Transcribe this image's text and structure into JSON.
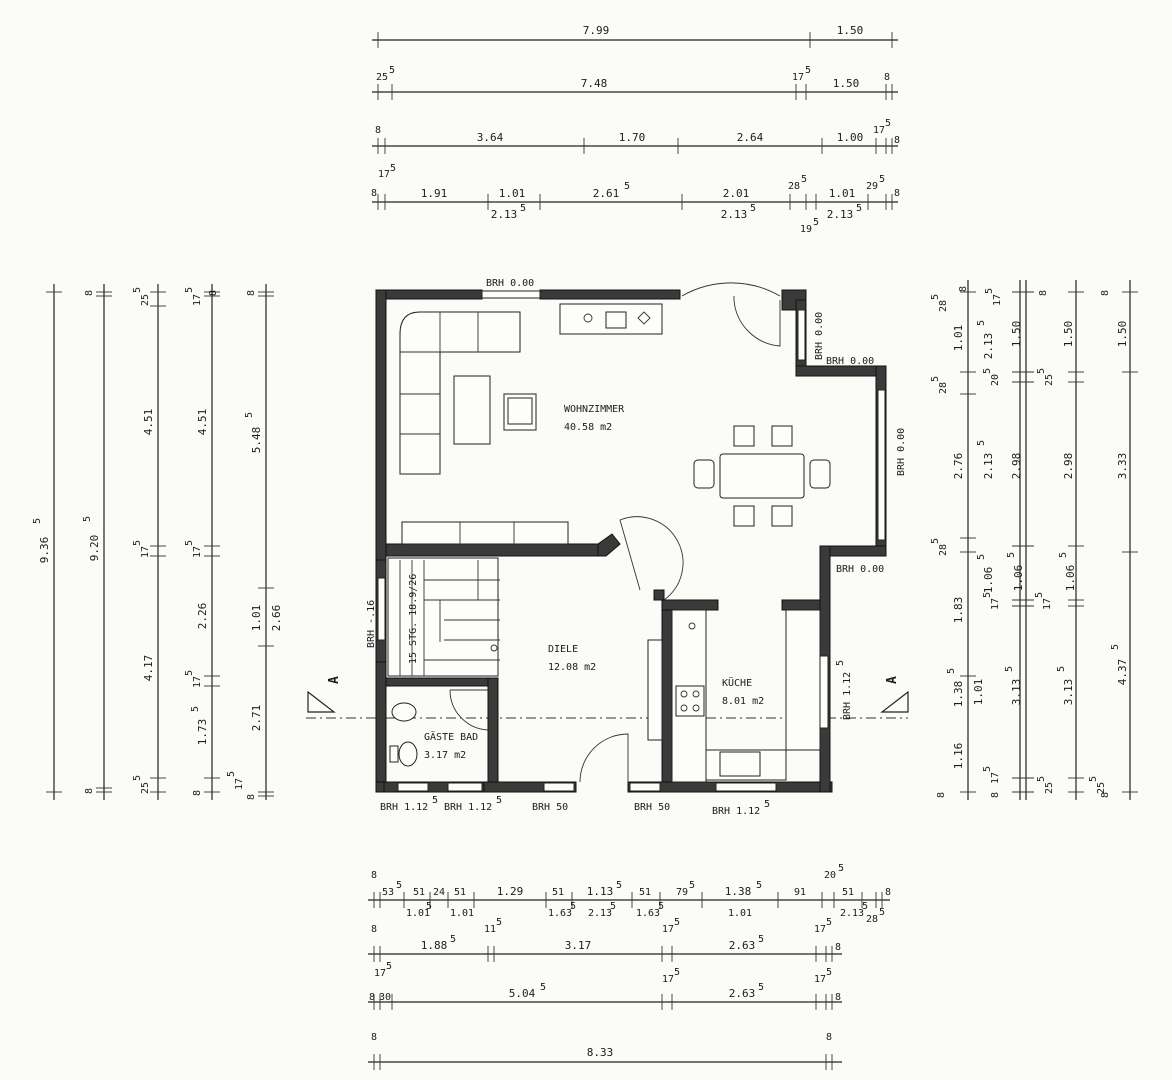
{
  "top_dimensions": {
    "row1": [
      "7.99",
      "1.50"
    ],
    "row2": [
      "25",
      "5",
      "7.48",
      "17",
      "5",
      "1.50",
      "8"
    ],
    "row3": [
      "8",
      "3.64",
      "1.70",
      "2.64",
      "1.00",
      "17",
      "5",
      "8",
      "17",
      "5"
    ],
    "row4_upper": [
      "8",
      "1.91",
      "1.01",
      "2.61",
      "5",
      "2.01",
      "28",
      "5",
      "1.01",
      "29",
      "5",
      "8"
    ],
    "row4_lower": [
      "2.13",
      "5",
      "2.13",
      "5",
      "19",
      "5",
      "2.13",
      "5"
    ]
  },
  "left_dimensions": {
    "col1": [
      "9.36",
      "5"
    ],
    "col2": [
      "8",
      "9.20",
      "5",
      "8"
    ],
    "col3": [
      "25",
      "5",
      "4.51",
      "17",
      "5",
      "4.17",
      "25",
      "5"
    ],
    "col4": [
      "17",
      "5",
      "8",
      "4.51",
      "17",
      "5",
      "2.26",
      "17",
      "5",
      "1.73",
      "5",
      "8",
      "17",
      "5"
    ],
    "col5": [
      "8",
      "5.48",
      "5",
      "1.01",
      "2.66",
      "2.71",
      "8"
    ]
  },
  "right_dimensions": {
    "col1": [
      "28",
      "5",
      "1.01",
      "28",
      "5",
      "2.76",
      "28",
      "5",
      "1.83",
      "1.38",
      "5",
      "1.16",
      "8"
    ],
    "col2": [
      "8",
      "2.13",
      "5",
      "20",
      "5",
      "2.13",
      "5",
      "1.06",
      "5",
      "17",
      "5",
      "1.01",
      "17",
      "5",
      "8"
    ],
    "col3": [
      "17",
      "5",
      "1.50",
      "2.98",
      "1.06",
      "5",
      "3.13",
      "5",
      "25",
      "5"
    ],
    "col4": [
      "8",
      "25",
      "5",
      "1.50",
      "2.98",
      "1.06",
      "5",
      "17",
      "5",
      "3.13",
      "5",
      "25",
      "5"
    ],
    "col5": [
      "8",
      "1.50",
      "3.33",
      "4.37",
      "5",
      "8"
    ]
  },
  "bottom_dimensions": {
    "row1_upper": [
      "8",
      "53",
      "5",
      "51",
      "24",
      "51",
      "1.29",
      "51",
      "1.13",
      "5",
      "51",
      "79",
      "5",
      "1.38",
      "5",
      "91",
      "20",
      "5",
      "51",
      "8"
    ],
    "row1_lower": [
      "1.01",
      "5",
      "1.01",
      "1.63",
      "5",
      "2.13",
      "5",
      "1.63",
      "5",
      "1.01",
      "2.13",
      "5",
      "28",
      "5"
    ],
    "row2": [
      "8",
      "1.88",
      "5",
      "11",
      "5",
      "3.17",
      "17",
      "5",
      "2.63",
      "5",
      "17",
      "5",
      "8",
      "17",
      "5"
    ],
    "row3": [
      "8",
      "30",
      "5.04",
      "5",
      "17",
      "5",
      "2.63",
      "5",
      "17",
      "5",
      "8"
    ],
    "row4": [
      "8",
      "8.33",
      "8"
    ]
  },
  "rooms": {
    "wohnzimmer": {
      "name": "WOHNZIMMER",
      "area": "40.58 m2"
    },
    "diele": {
      "name": "DIELE",
      "area": "12.08 m2"
    },
    "kueche": {
      "name": "KÜCHE",
      "area": "8.01 m2"
    },
    "gaeste_bad": {
      "name": "GÄSTE BAD",
      "area": "3.17 m2"
    }
  },
  "stair_label": "15 STG. 18.9/26",
  "brh_labels": {
    "top": "BRH 0.00",
    "right_upper_v": "BRH 0.00",
    "right_upper_h": "BRH 0.00",
    "right_bay_v": "BRH 0.00",
    "right_bay_bottom": "BRH 0.00",
    "right_kitchen_v": "BRH 1.12",
    "right_kitchen_sup": "5",
    "left_stair": "BRH -.16",
    "bottom1": "BRH 1.12",
    "bottom1_sup": "5",
    "bottom2": "BRH 1.12",
    "bottom2_sup": "5",
    "bottom3": "BRH 50",
    "bottom4": "BRH 50",
    "bottom5": "BRH 1.12",
    "bottom5_sup": "5"
  },
  "section_marker": "A"
}
